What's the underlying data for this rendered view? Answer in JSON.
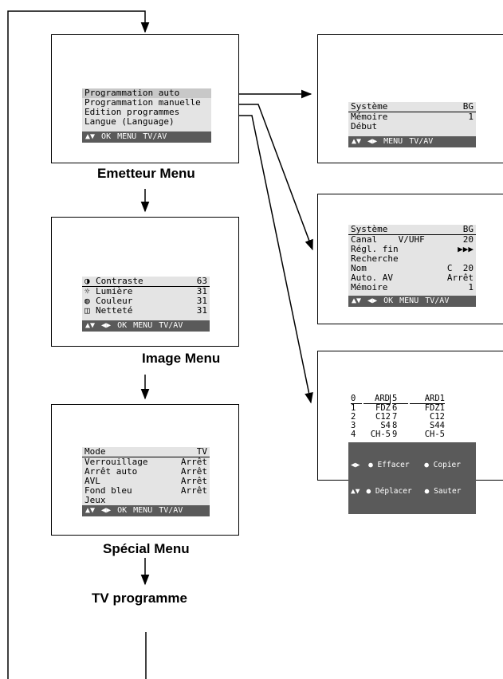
{
  "emetteur": {
    "caption": "Emetteur Menu",
    "items": [
      "Programmation auto",
      "Programmation manuelle",
      "Edition programmes",
      "Langue (Language)"
    ],
    "bar": [
      "▲▼",
      "OK",
      "MENU",
      "TV/AV"
    ]
  },
  "auto_prog": {
    "rows": [
      {
        "label": "Système",
        "value": "BG"
      },
      {
        "label": "Mémoire",
        "value": "1"
      },
      {
        "label": "Début",
        "value": ""
      }
    ],
    "bar": [
      "▲▼",
      "◀▶",
      "MENU",
      "TV/AV"
    ]
  },
  "manual_prog": {
    "rows": [
      {
        "label": "Système",
        "value": "BG"
      },
      {
        "label": "Canal    V/UHF",
        "value": "20"
      },
      {
        "label": "Régl. fin",
        "value": "▶▶▶"
      },
      {
        "label": "Recherche",
        "value": ""
      },
      {
        "label": "Nom",
        "value": "C  20"
      },
      {
        "label": "Auto. AV",
        "value": "Arrêt"
      },
      {
        "label": "Mémoire",
        "value": "1"
      }
    ],
    "bar": [
      "▲▼",
      "◀▶",
      "OK",
      "MENU",
      "TV/AV"
    ]
  },
  "edit_prog": {
    "rows": [
      [
        "0",
        "ARD",
        "5",
        "ARD1"
      ],
      [
        "1",
        "FDZ",
        "6",
        "FDZ1"
      ],
      [
        "2",
        "C12",
        "7",
        "C12"
      ],
      [
        "3",
        "S4",
        "8",
        "S44"
      ],
      [
        "4",
        "CH-5",
        "9",
        "CH-5"
      ]
    ],
    "bar_rows": [
      {
        "key": "◀▶",
        "a": "Effacer",
        "b": "Copier"
      },
      {
        "key": "▲▼",
        "a": "Déplacer",
        "b": "Sauter"
      }
    ]
  },
  "image": {
    "caption": "Image Menu",
    "rows": [
      {
        "icon": "◑",
        "label": "Contraste",
        "value": "63"
      },
      {
        "icon": "☼",
        "label": "Lumière",
        "value": "31"
      },
      {
        "icon": "◍",
        "label": "Couleur",
        "value": "31"
      },
      {
        "icon": "◫",
        "label": "Netteté",
        "value": "31"
      }
    ],
    "bar": [
      "▲▼",
      "◀▶",
      "OK",
      "MENU",
      "TV/AV"
    ]
  },
  "special": {
    "caption": "Spécial Menu",
    "rows": [
      {
        "label": "Mode",
        "value": "TV"
      },
      {
        "label": "Verrouillage",
        "value": "Arrêt"
      },
      {
        "label": "Arrêt auto",
        "value": "Arrêt"
      },
      {
        "label": "AVL",
        "value": "Arrêt"
      },
      {
        "label": "Fond bleu",
        "value": "Arrêt"
      },
      {
        "label": "Jeux",
        "value": ""
      }
    ],
    "bar": [
      "▲▼",
      "◀▶",
      "OK",
      "MENU",
      "TV/AV"
    ]
  },
  "tv_programme": {
    "caption": "TV programme"
  }
}
